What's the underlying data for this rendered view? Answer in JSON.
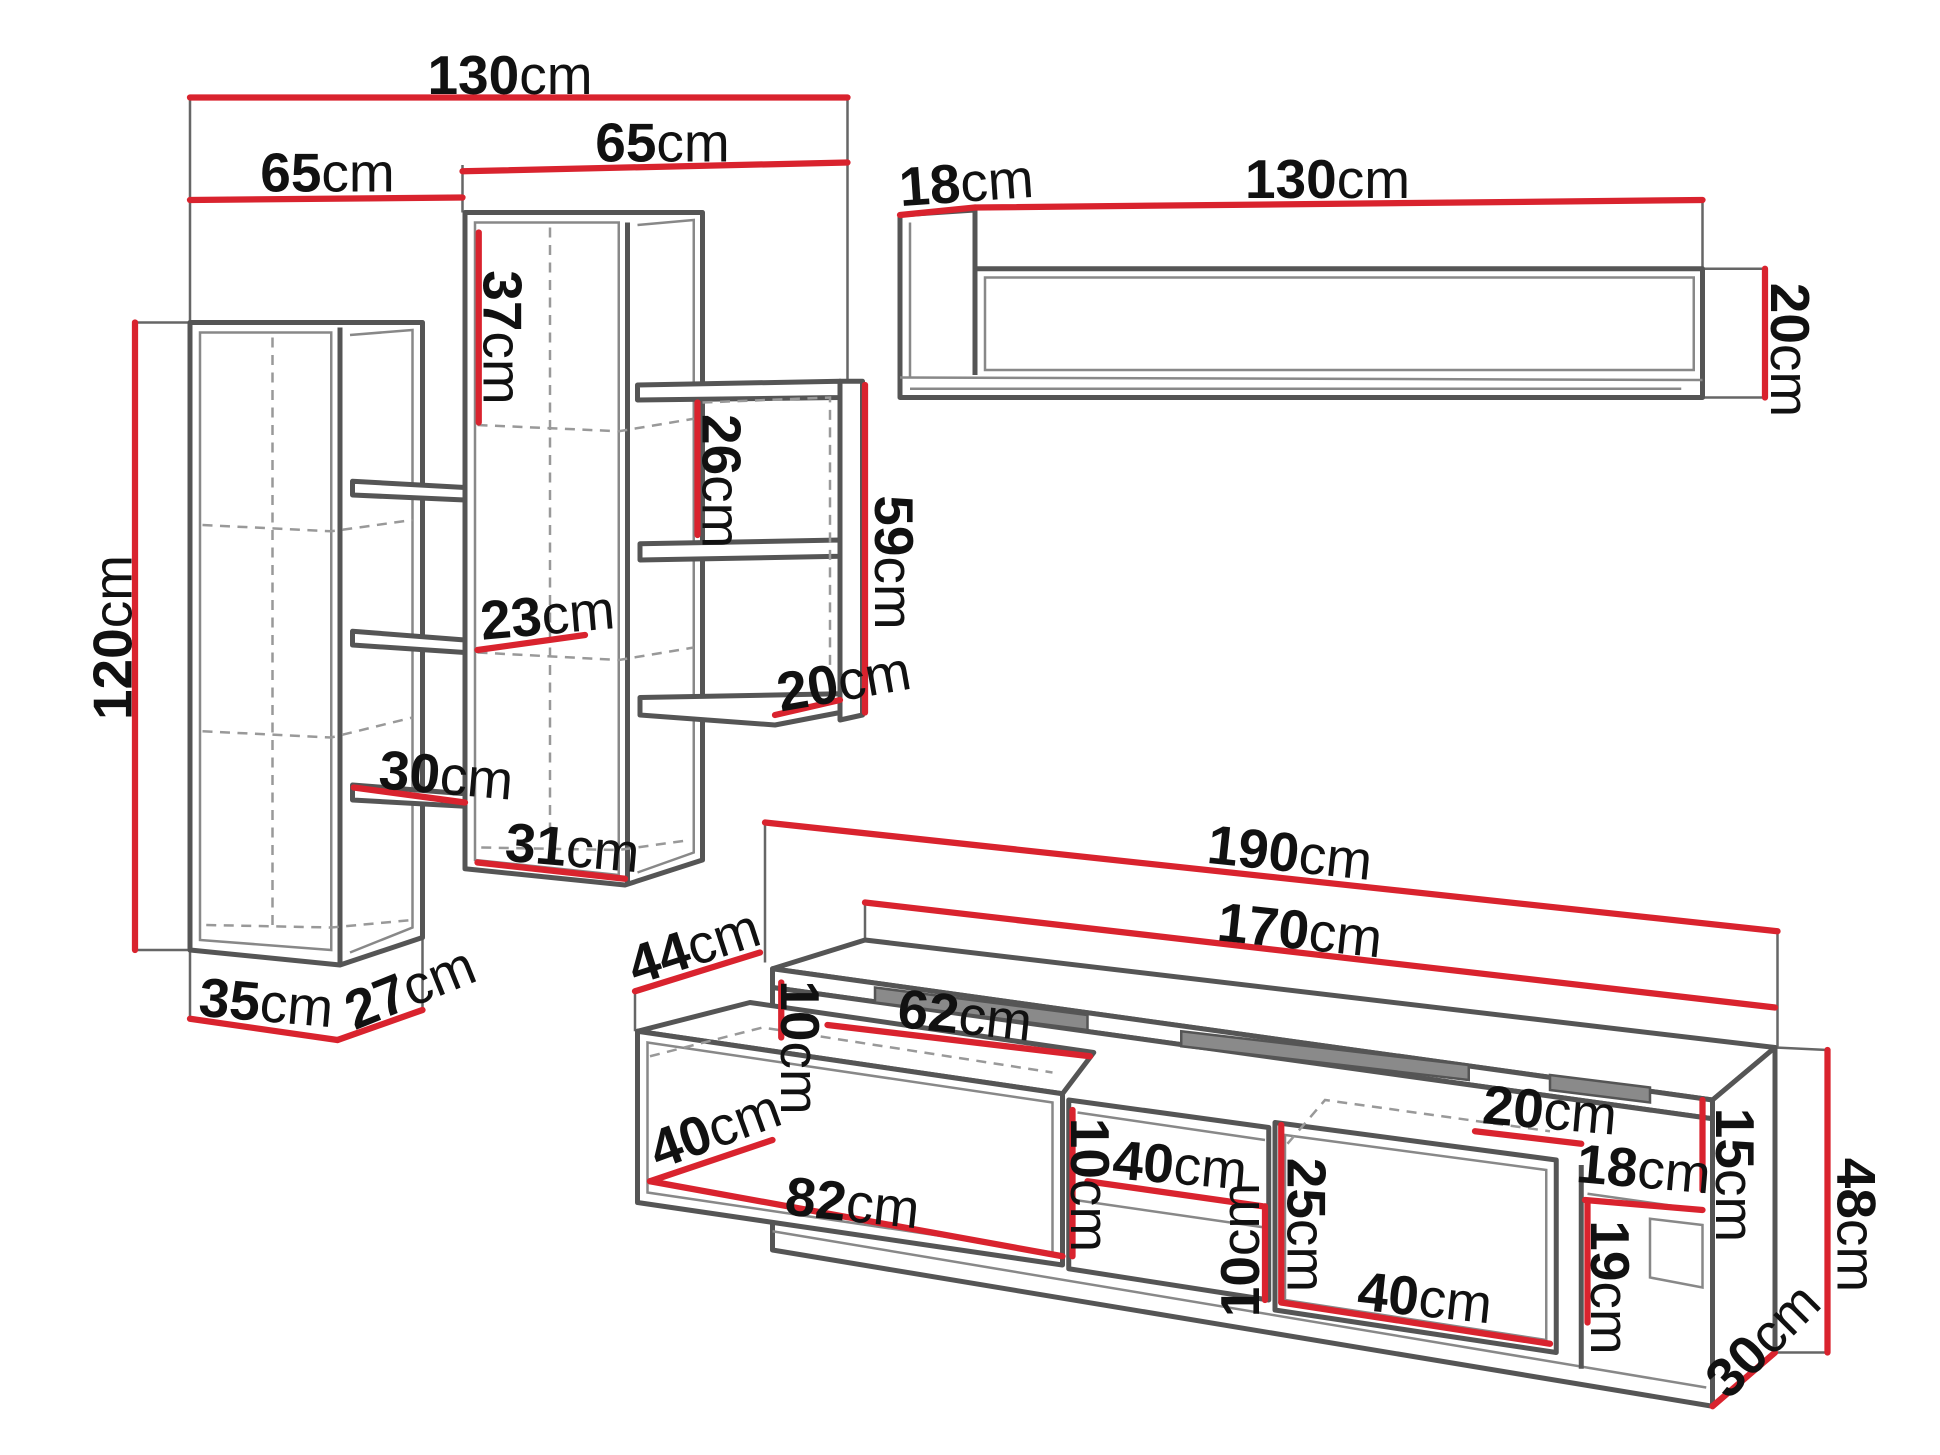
{
  "colors": {
    "dimension_line": "#d9232e",
    "outline": "#555555",
    "text": "#111111"
  },
  "wall_unit": {
    "labels": [
      {
        "value": "130",
        "unit": "cm"
      },
      {
        "value": "65",
        "unit": "cm"
      },
      {
        "value": "65",
        "unit": "cm"
      },
      {
        "value": "120",
        "unit": "cm"
      },
      {
        "value": "37",
        "unit": "cm"
      },
      {
        "value": "26",
        "unit": "cm"
      },
      {
        "value": "59",
        "unit": "cm"
      },
      {
        "value": "23",
        "unit": "cm"
      },
      {
        "value": "20",
        "unit": "cm"
      },
      {
        "value": "30",
        "unit": "cm"
      },
      {
        "value": "31",
        "unit": "cm"
      },
      {
        "value": "35",
        "unit": "cm"
      },
      {
        "value": "27",
        "unit": "cm"
      }
    ]
  },
  "wall_shelf": {
    "labels": [
      {
        "value": "18",
        "unit": "cm"
      },
      {
        "value": "130",
        "unit": "cm"
      },
      {
        "value": "20",
        "unit": "cm"
      }
    ]
  },
  "tv_unit": {
    "labels": [
      {
        "value": "190",
        "unit": "cm"
      },
      {
        "value": "170",
        "unit": "cm"
      },
      {
        "value": "44",
        "unit": "cm"
      },
      {
        "value": "62",
        "unit": "cm"
      },
      {
        "value": "10",
        "unit": "cm"
      },
      {
        "value": "40",
        "unit": "cm"
      },
      {
        "value": "82",
        "unit": "cm"
      },
      {
        "value": "10",
        "unit": "cm"
      },
      {
        "value": "40",
        "unit": "cm"
      },
      {
        "value": "10",
        "unit": "cm"
      },
      {
        "value": "25",
        "unit": "cm"
      },
      {
        "value": "40",
        "unit": "cm"
      },
      {
        "value": "20",
        "unit": "cm"
      },
      {
        "value": "18",
        "unit": "cm"
      },
      {
        "value": "15",
        "unit": "cm"
      },
      {
        "value": "19",
        "unit": "cm"
      },
      {
        "value": "48",
        "unit": "cm"
      },
      {
        "value": "30",
        "unit": "cm"
      }
    ]
  }
}
